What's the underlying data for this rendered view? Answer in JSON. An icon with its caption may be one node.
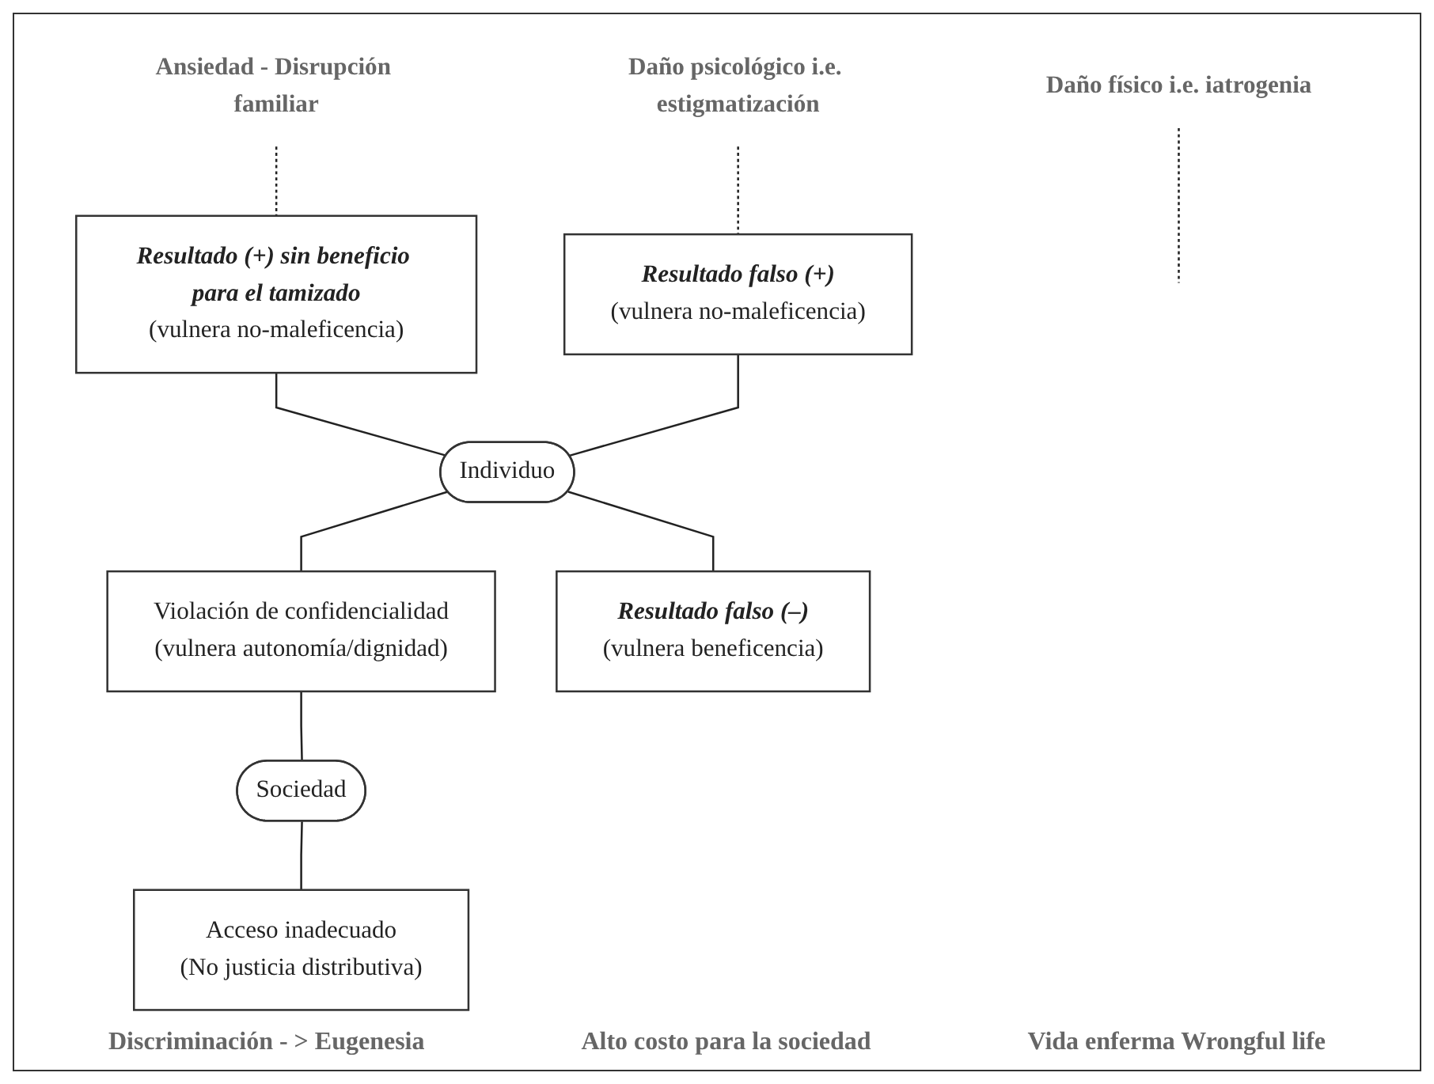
{
  "diagram": {
    "nodes": [
      {
        "text": [
          "Daño psicológico i.e. estigmatización"
        ]
      },
      {
        "text": [
          "Daño físico i.e. iatrogenia"
        ]
      },
      {
        "text": [
          "Ansiedad - Disrupción familiar"
        ]
      },
      {
        "text": [
          "Resultado (+) sin beneficio para el tamizado",
          "(vulnera no-maleficencia)"
        ]
      },
      {
        "text": [
          "Individuo"
        ]
      },
      {
        "text": [
          "Resultado falso (+)",
          "(vulnera no-maleficencia)"
        ]
      },
      {
        "text": [
          "Violación de confidencialidad",
          "(vulnera autonomía/dignidad)"
        ]
      },
      {
        "text": [
          "Sociedad"
        ]
      },
      {
        "text": [
          "Resultado falso (–)",
          "(vulnera beneficencia)"
        ]
      },
      {
        "text": [
          "Acceso inadecuado",
          "(No justicia distributiva)"
        ]
      }
    ],
    "edges": [
      {
        "from": 0,
        "to": 5,
        "arrow": "none",
        "style": "dashed"
      },
      {
        "from": 1,
        "to": null,
        "arrow": "none",
        "style": "dashed"
      },
      {
        "from": 2,
        "to": 3,
        "arrow": "none",
        "style": "dashed"
      },
      {
        "from": 3,
        "to": 4,
        "arrow": "none"
      },
      {
        "from": 5,
        "to": 4,
        "arrow": "none"
      },
      {
        "from": 4,
        "to": 6,
        "arrow": "none"
      },
      {
        "from": 4,
        "to": 8,
        "arrow": "none"
      },
      {
        "from": 6,
        "to": 7,
        "arrow": "none"
      },
      {
        "from": 7,
        "to": 9,
        "arrow": "none"
      }
    ],
    "labels": [
      "Discriminación - > Eugenesia",
      "Alto costo para la sociedad",
      "Vida enferma Wrongful life"
    ]
  }
}
